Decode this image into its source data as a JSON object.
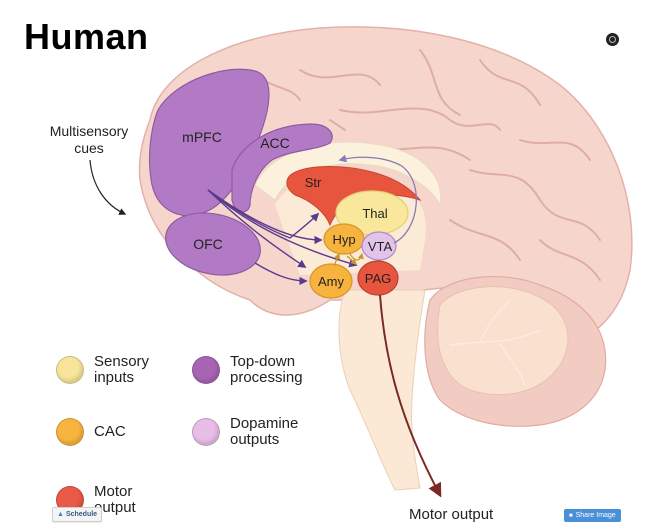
{
  "title": "Human",
  "cue_label": "Multisensory cues",
  "regions": {
    "mpfc": "mPFC",
    "acc": "ACC",
    "ofc": "OFC",
    "str": "Str",
    "thal": "Thal",
    "hyp": "Hyp",
    "vta": "VTA",
    "amy": "Amy",
    "pag": "PAG"
  },
  "legend": [
    {
      "label": "Sensory inputs",
      "color": "#f8e59a"
    },
    {
      "label": "Top-down processing",
      "color": "#a865b5"
    },
    {
      "label": "CAC",
      "color": "#f7b540"
    },
    {
      "label": "Dopamine outputs",
      "color": "#e8bde8"
    },
    {
      "label": "Motor output",
      "color": "#ea5a48"
    }
  ],
  "motor_output_label": "Motor output",
  "buttons": {
    "schedule": "Schedule",
    "share_image": "Share Image"
  },
  "colors": {
    "brain": "#f6d6cc",
    "top_down": "#b27ac4",
    "cac": "#f6b33e",
    "sensory": "#f9e89c",
    "dopamine": "#e2c3ea",
    "motor": "#e8553f",
    "arrow_purple": "#5b3a8e",
    "arrow_brown": "#7a2a22"
  }
}
